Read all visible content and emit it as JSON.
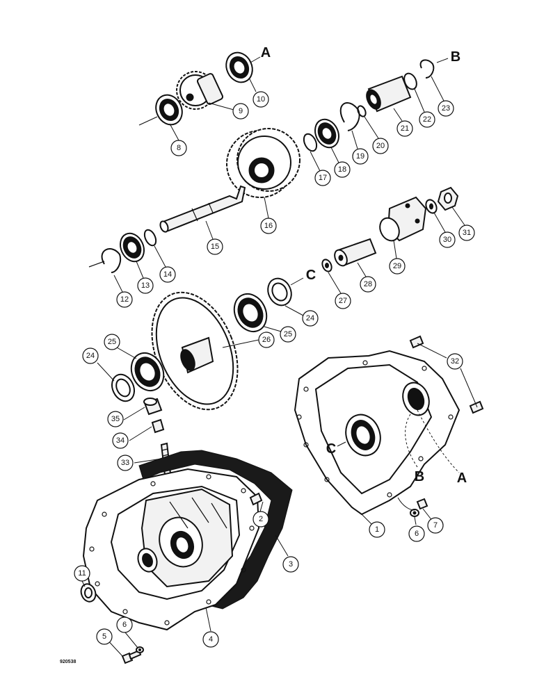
{
  "figure_code": "920538",
  "reference_letters": {
    "a": "A",
    "b": "B",
    "c": "C"
  },
  "callouts": {
    "c1": "1",
    "c2": "2",
    "c3": "3",
    "c4": "4",
    "c5": "5",
    "c6a": "6",
    "c6b": "6",
    "c7": "7",
    "c8": "8",
    "c9": "9",
    "c10": "10",
    "c11": "11",
    "c12": "12",
    "c13": "13",
    "c14": "14",
    "c15": "15",
    "c16": "16",
    "c17": "17",
    "c18": "18",
    "c19": "19",
    "c20": "20",
    "c21": "21",
    "c22": "22",
    "c23": "23",
    "c24a": "24",
    "c24b": "24",
    "c25a": "25",
    "c25b": "25",
    "c26": "26",
    "c27": "27",
    "c28": "28",
    "c29": "29",
    "c30": "30",
    "c31": "31",
    "c32": "32",
    "c33": "33",
    "c34": "34",
    "c35": "35"
  }
}
